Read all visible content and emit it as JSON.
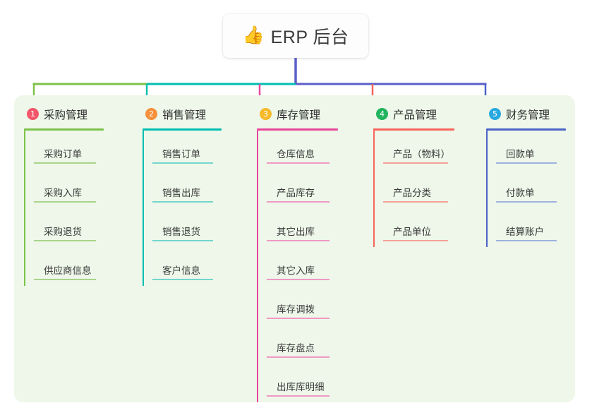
{
  "root": {
    "icon": "thumbs-up-icon",
    "icon_glyph": "👍",
    "title": "ERP 后台"
  },
  "diagram": {
    "type": "mindmap-tree",
    "panel_bg": "#eef7e9",
    "trunk_color": "#5b5fc7"
  },
  "columns": [
    {
      "number": "1",
      "title": "采购管理",
      "badge_color": "#f1566a",
      "line_color": "#7cc24a",
      "leaf_line_color": "#a9d48a",
      "connector_color": "#7cc24a",
      "header_rule_width": 113,
      "leaf_rule_width": 88,
      "items": [
        "采购订单",
        "采购入库",
        "采购退货",
        "供应商信息"
      ]
    },
    {
      "number": "2",
      "title": "销售管理",
      "badge_color": "#f5903b",
      "line_color": "#00bfb0",
      "leaf_line_color": "#74d6cd",
      "connector_color": "#00bfb0",
      "header_rule_width": 112,
      "leaf_rule_width": 86,
      "items": [
        "销售订单",
        "销售出库",
        "销售退货",
        "客户信息"
      ]
    },
    {
      "number": "3",
      "title": "库存管理",
      "badge_color": "#f6b92b",
      "line_color": "#e8469b",
      "leaf_line_color": "#f099c4",
      "connector_color": "#e8469b",
      "header_rule_width": 115,
      "leaf_rule_width": 89,
      "items": [
        "仓库信息",
        "产品库存",
        "其它出库",
        "其它入库",
        "库存调拨",
        "库存盘点",
        "出库库明细"
      ]
    },
    {
      "number": "4",
      "title": "产品管理",
      "badge_color": "#22b35e",
      "line_color": "#f8645c",
      "leaf_line_color": "#f6a099",
      "connector_color": "#f8645c",
      "header_rule_width": 115,
      "leaf_rule_width": 92,
      "items": [
        "产品（物料）",
        "产品分类",
        "产品单位"
      ]
    },
    {
      "number": "5",
      "title": "财务管理",
      "badge_color": "#29a8e0",
      "line_color": "#4a63c8",
      "leaf_line_color": "#9fb2e0",
      "connector_color": "#4a63c8",
      "header_rule_width": 113,
      "leaf_rule_width": 86,
      "items": [
        "回款单",
        "付款单",
        "结算账户"
      ]
    }
  ]
}
